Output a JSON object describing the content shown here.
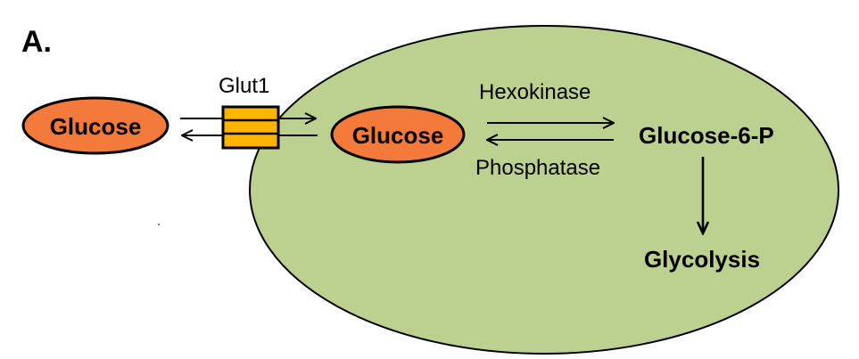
{
  "panel_label": "A.",
  "transporter": {
    "label": "Glut1"
  },
  "molecules": {
    "extracellular_glucose": "Glucose",
    "intracellular_glucose": "Glucose",
    "glucose_6_p": "Glucose-6-P",
    "glycolysis": "Glycolysis"
  },
  "enzymes": {
    "forward": "Hexokinase",
    "reverse": "Phosphatase"
  },
  "colors": {
    "cell_fill": "#bcd18f",
    "glucose_fill": "#f37a3a",
    "transporter_fill": "#ffb400",
    "outline": "#000000"
  }
}
